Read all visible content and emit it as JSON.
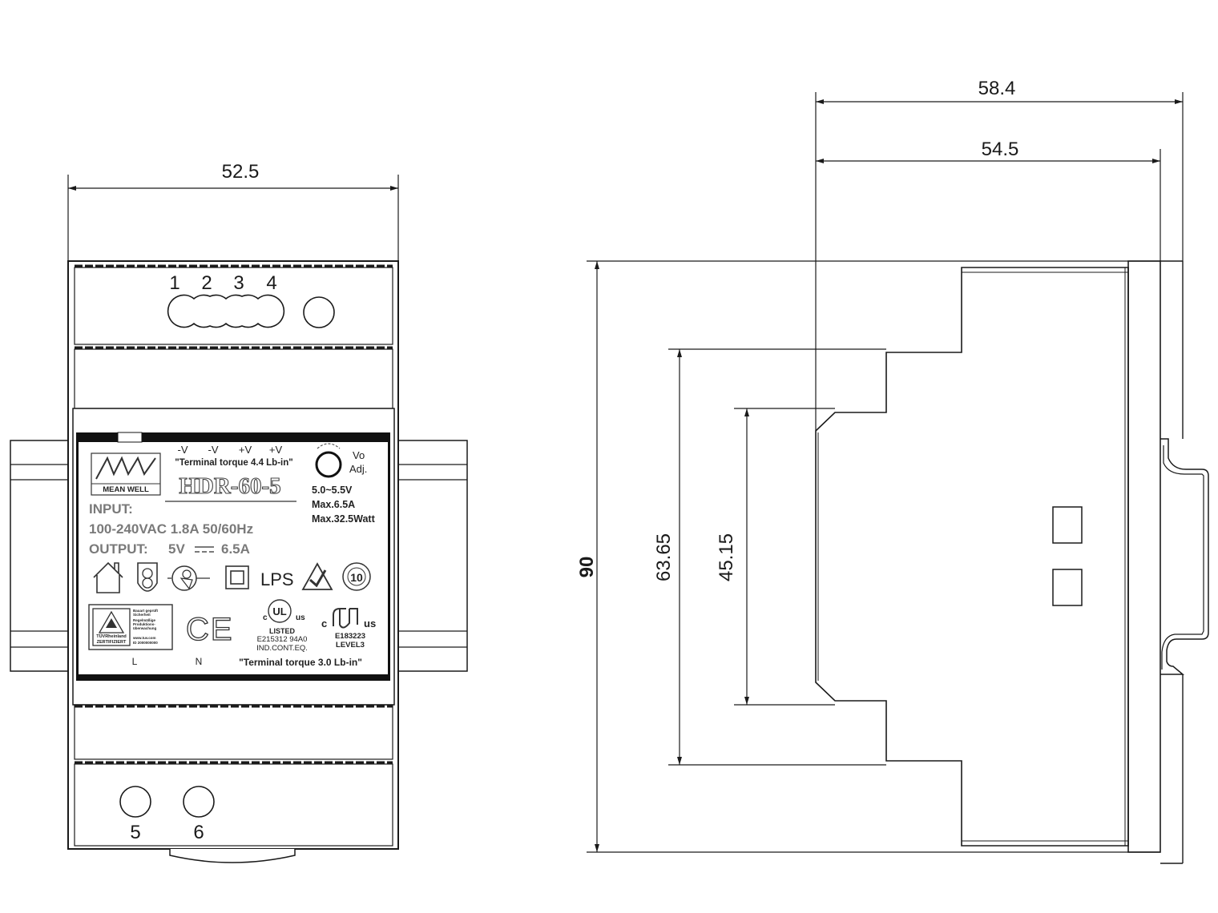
{
  "dimensions": {
    "front_width": "52.5",
    "side_depth_total": "58.4",
    "side_depth_body": "54.5",
    "height": "90",
    "height_mid": "63.65",
    "height_inner": "45.15"
  },
  "terminals": {
    "top": [
      "1",
      "2",
      "3",
      "4"
    ],
    "bottom": [
      "5",
      "6"
    ]
  },
  "label": {
    "top_pins": [
      "-V",
      "-V",
      "+V",
      "+V"
    ],
    "torque_top": "\"Terminal torque 4.4 Lb-in\"",
    "brand": "MEAN WELL",
    "model": "HDR-60-5",
    "vo_line1": "Vo",
    "vo_line2": "Adj.",
    "range": "5.0~5.5V",
    "max_current": "Max.6.5A",
    "max_power": "Max.32.5Watt",
    "input_title": "INPUT:",
    "input_spec": "100-240VAC  1.8A  50/60Hz",
    "output_title": "OUTPUT:",
    "output_v": "5V",
    "output_a": "6.5A",
    "lps": "LPS",
    "rcm_num": "10",
    "tuv_name": "TÜVRheinland",
    "tuv_cert": "ZERTIFIZIERT",
    "tuv_text": [
      "Bauart geprüft",
      "Sicherheit",
      "Regelmäßige",
      "Produktions-",
      "überwachung"
    ],
    "tuv_url": "www.tuv.com",
    "tuv_id": "ID 2000000000",
    "ce": "CE",
    "ul_c": "c",
    "ul_us": "us",
    "ul_mark": "UL",
    "ul_listed": "LISTED",
    "ul_file": "E215312  94A0",
    "ul_cat": "IND.CONT.EQ.",
    "ru_c": "c",
    "ru_us": "us",
    "ru_file": "E183223",
    "ru_level": "LEVEL3",
    "term_l": "L",
    "term_n": "N",
    "torque_bottom": "\"Terminal torque 3.0 Lb-in\""
  }
}
